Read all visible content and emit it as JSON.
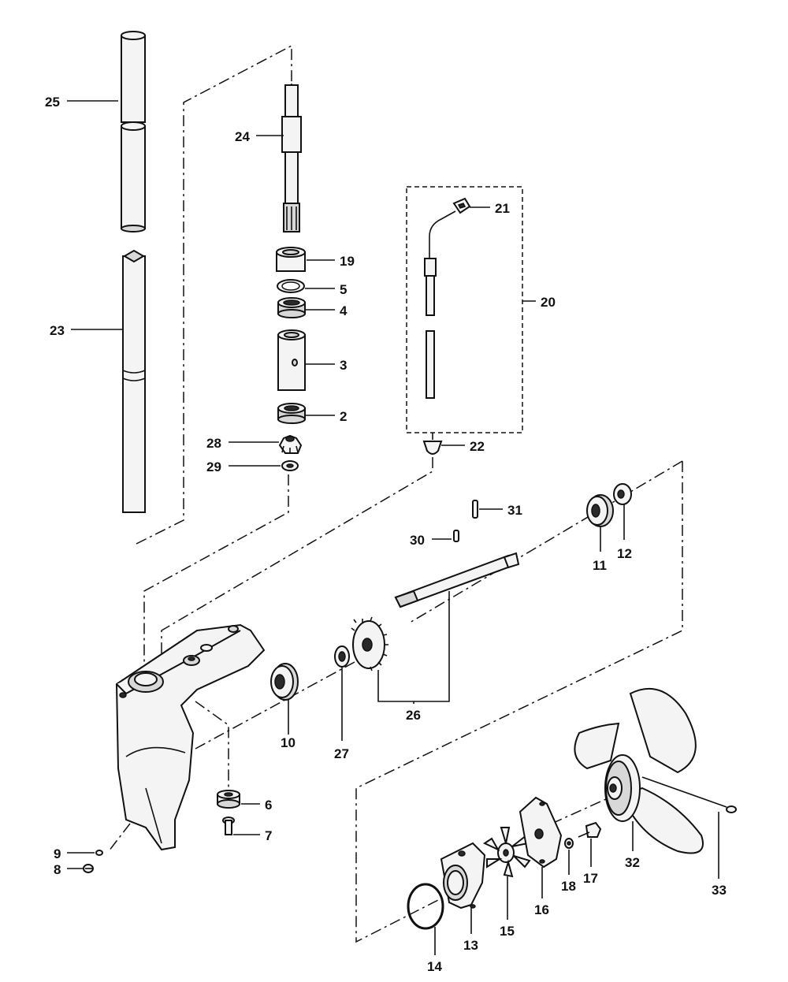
{
  "diagram": {
    "callouts": [
      "25",
      "24",
      "23",
      "19",
      "5",
      "4",
      "3",
      "2",
      "28",
      "29",
      "21",
      "20",
      "22",
      "31",
      "30",
      "11",
      "12",
      "26",
      "27",
      "10",
      "6",
      "7",
      "9",
      "8",
      "33",
      "32",
      "17",
      "18",
      "16",
      "15",
      "13",
      "14"
    ]
  }
}
